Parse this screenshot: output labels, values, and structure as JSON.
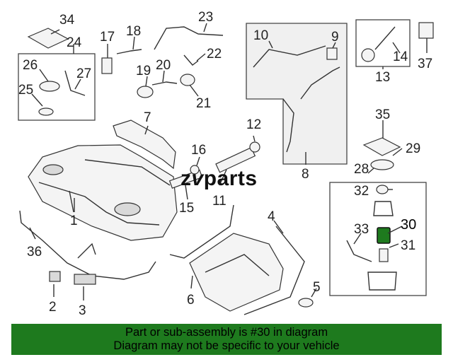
{
  "callouts": {
    "c1": "1",
    "c2": "2",
    "c3": "3",
    "c4": "4",
    "c5": "5",
    "c6": "6",
    "c7": "7",
    "c8": "8",
    "c9": "9",
    "c10": "10",
    "c11": "11",
    "c12": "12",
    "c13": "13",
    "c14": "14",
    "c15": "15",
    "c16": "16",
    "c17": "17",
    "c18": "18",
    "c19": "19",
    "c20": "20",
    "c21": "21",
    "c22": "22",
    "c23": "23",
    "c24": "24",
    "c25": "25",
    "c26": "26",
    "c27": "27",
    "c28": "28",
    "c29": "29",
    "c30": "30",
    "c31": "31",
    "c32": "32",
    "c33": "33",
    "c34": "34",
    "c35": "35",
    "c36": "36",
    "c37": "37"
  },
  "watermark": {
    "lead": "z",
    "mid": "v",
    "rest": "parts"
  },
  "highlight": {
    "part": "30",
    "color": "#1e7a1e"
  },
  "banner": {
    "line1": "Part or sub-assembly is #30 in diagram",
    "line2": "Diagram may not be specific to your vehicle",
    "background": "#1e7a1e"
  }
}
